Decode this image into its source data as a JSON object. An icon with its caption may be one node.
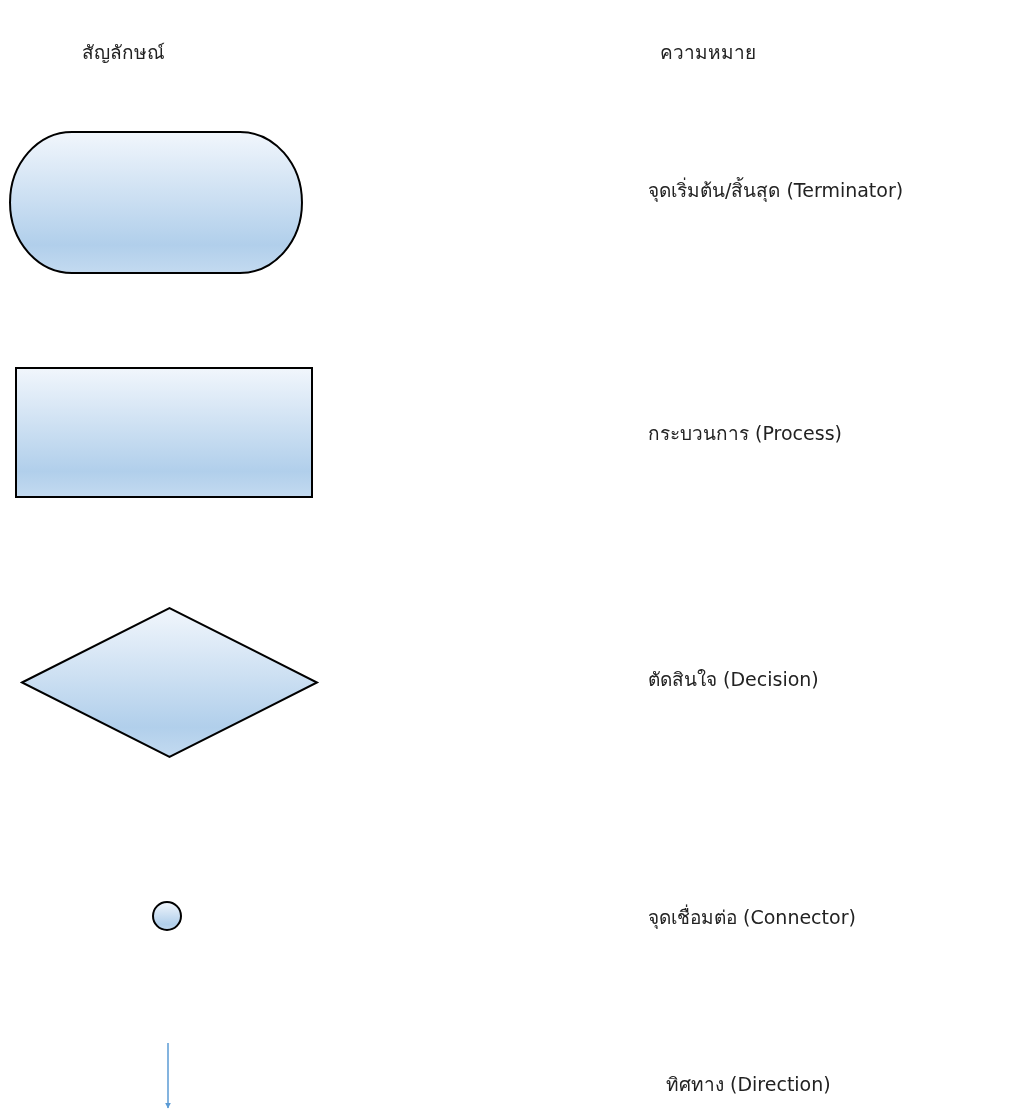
{
  "diagram": {
    "nodes": [
      {
        "text": [],
        "shape": "stadium"
      },
      {
        "text": [],
        "shape": "box"
      },
      {
        "text": [],
        "shape": "diamond"
      },
      {
        "text": [],
        "shape": "circle"
      }
    ],
    "labels": [
      "สัญลักษณ์",
      "ความหมาย",
      "จุดเริ่มต้น/สิ้นสุด (Terminator)",
      "กระบวนการ (Process)",
      "ตัดสินใจ (Decision)",
      "จุดเชื่อมต่อ (Connector)",
      "ทิศทาง (Direction)"
    ]
  }
}
